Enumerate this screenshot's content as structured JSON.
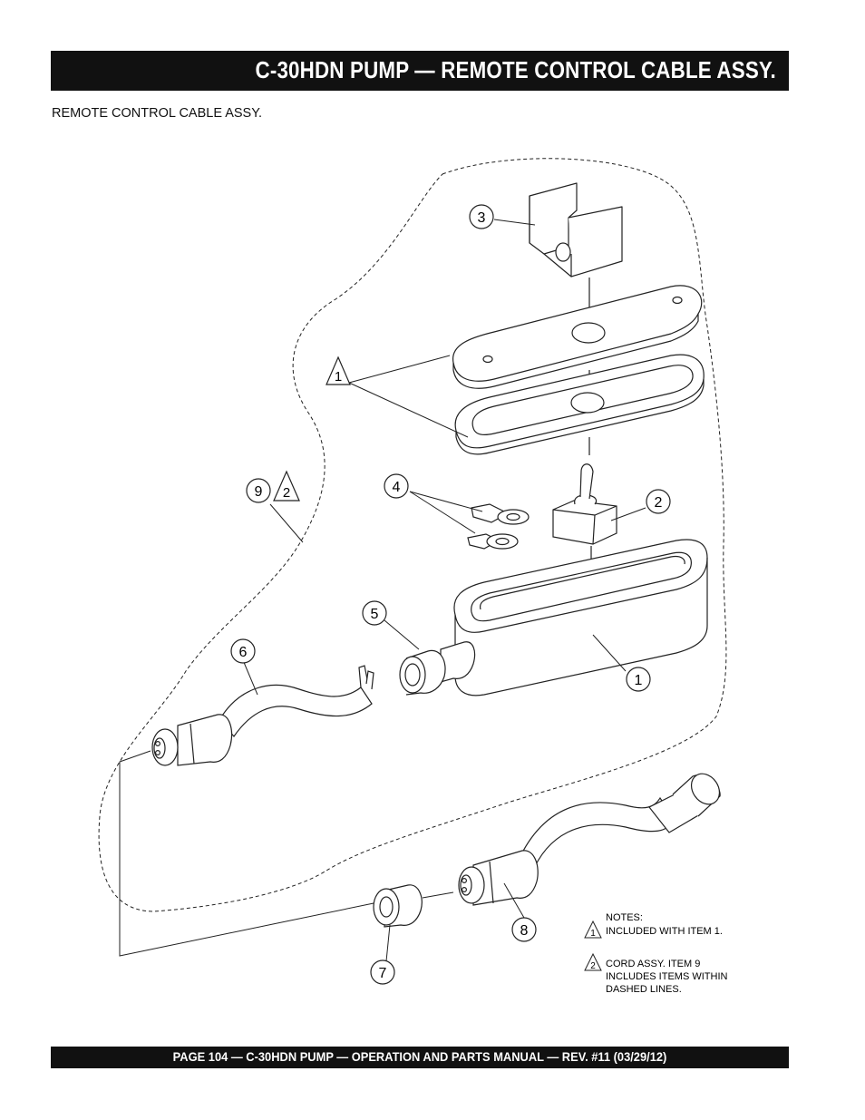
{
  "header": {
    "title": "C-30HDN PUMP — REMOTE CONTROL CABLE  ASSY."
  },
  "subtitle": "REMOTE CONTROL CABLE ASSY.",
  "callouts": {
    "c3": "3",
    "c1_tri": "1",
    "c9": "9",
    "c2_tri": "2",
    "c4": "4",
    "c2": "2",
    "c5": "5",
    "c6": "6",
    "c1": "1",
    "c8": "8",
    "c7": "7"
  },
  "notes": {
    "heading": "NOTES:",
    "items": [
      {
        "marker": "1",
        "line1": "INCLUDED WITH ITEM 1.",
        "line2": "",
        "line3": ""
      },
      {
        "marker": "2",
        "line1": "CORD ASSY. ITEM 9",
        "line2": "INCLUDES ITEMS WITHIN",
        "line3": "DASHED LINES."
      }
    ]
  },
  "footer": {
    "text": "PAGE 104 — C-30HDN PUMP — OPERATION AND PARTS MANUAL — REV. #11 (03/29/12)"
  }
}
